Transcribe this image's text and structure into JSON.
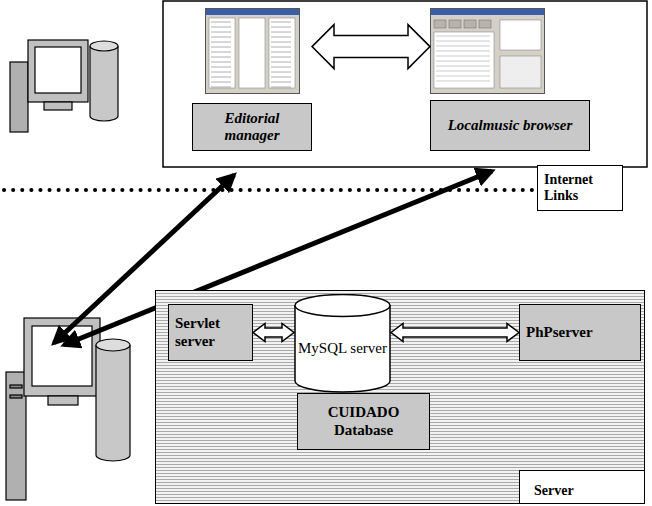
{
  "diagram": {
    "nodes": [
      {
        "text": [
          "Editorial manager"
        ]
      },
      {
        "text": [
          "Localmusic browser"
        ]
      },
      {
        "text": [
          "Internet Links"
        ]
      },
      {
        "text": [
          "Server"
        ]
      },
      {
        "text": [
          "Servlet server"
        ],
        "in": 3
      },
      {
        "text": [
          "MySQL server"
        ],
        "in": 3
      },
      {
        "text": [
          "PhPserver"
        ],
        "in": 3
      },
      {
        "text": [
          "CUIDADO Database"
        ],
        "in": 3
      }
    ],
    "edges": [
      {
        "from": 0,
        "to": 1,
        "arrow": "both"
      },
      {
        "from": 4,
        "to": 5,
        "arrow": "both"
      },
      {
        "from": 5,
        "to": 6,
        "arrow": "both"
      }
    ]
  }
}
